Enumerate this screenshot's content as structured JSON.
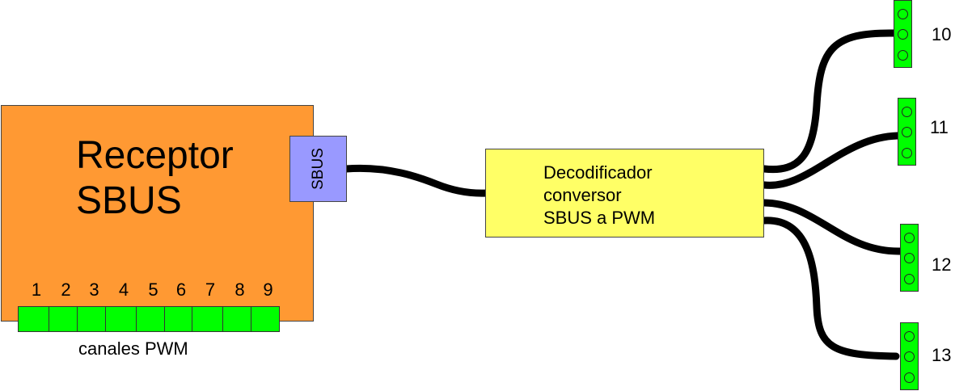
{
  "receiver": {
    "title_line1": "Receptor",
    "title_line2": "SBUS",
    "sbus_port_label": "SBUS",
    "channels": [
      "1",
      "2",
      "3",
      "4",
      "5",
      "6",
      "7",
      "8",
      "9"
    ],
    "channels_caption": "canales PWM"
  },
  "decoder": {
    "line1": "Decodificador",
    "line2": "conversor",
    "line3": "SBUS a PWM"
  },
  "outputs": [
    {
      "label": "10"
    },
    {
      "label": "11"
    },
    {
      "label": "12"
    },
    {
      "label": "13"
    }
  ],
  "colors": {
    "receiver": "#ff9933",
    "sbus_port": "#9999ff",
    "decoder": "#ffff66",
    "connector": "#00ff00",
    "cable": "#000000"
  }
}
